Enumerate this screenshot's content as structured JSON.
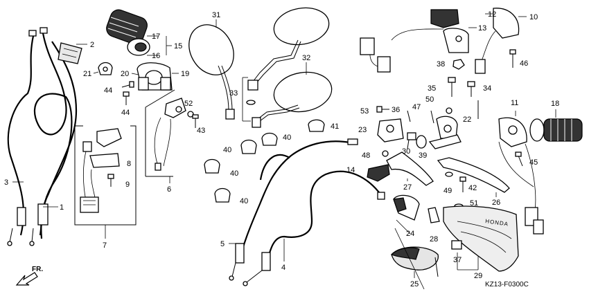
{
  "diagram_code": "KZ13-F0300C",
  "brand_label": "HONDA",
  "direction_label": "FR.",
  "callouts": [
    {
      "id": "1",
      "label": "1"
    },
    {
      "id": "2",
      "label": "2"
    },
    {
      "id": "3",
      "label": "3"
    },
    {
      "id": "4",
      "label": "4"
    },
    {
      "id": "5",
      "label": "5"
    },
    {
      "id": "6",
      "label": "6"
    },
    {
      "id": "7",
      "label": "7"
    },
    {
      "id": "8",
      "label": "8"
    },
    {
      "id": "9",
      "label": "9"
    },
    {
      "id": "10",
      "label": "10"
    },
    {
      "id": "11",
      "label": "11"
    },
    {
      "id": "12",
      "label": "12"
    },
    {
      "id": "13",
      "label": "13"
    },
    {
      "id": "14",
      "label": "14"
    },
    {
      "id": "15",
      "label": "15"
    },
    {
      "id": "16",
      "label": "16"
    },
    {
      "id": "17",
      "label": "17"
    },
    {
      "id": "18",
      "label": "18"
    },
    {
      "id": "19",
      "label": "19"
    },
    {
      "id": "20",
      "label": "20"
    },
    {
      "id": "21",
      "label": "21"
    },
    {
      "id": "22",
      "label": "22"
    },
    {
      "id": "23",
      "label": "23"
    },
    {
      "id": "24",
      "label": "24"
    },
    {
      "id": "25",
      "label": "25"
    },
    {
      "id": "26",
      "label": "26"
    },
    {
      "id": "27",
      "label": "27"
    },
    {
      "id": "28",
      "label": "28"
    },
    {
      "id": "29",
      "label": "29"
    },
    {
      "id": "30",
      "label": "30"
    },
    {
      "id": "31",
      "label": "31"
    },
    {
      "id": "32",
      "label": "32"
    },
    {
      "id": "33",
      "label": "33"
    },
    {
      "id": "34",
      "label": "34"
    },
    {
      "id": "35",
      "label": "35"
    },
    {
      "id": "36",
      "label": "36"
    },
    {
      "id": "37",
      "label": "37"
    },
    {
      "id": "38",
      "label": "38"
    },
    {
      "id": "39",
      "label": "39"
    },
    {
      "id": "40a",
      "label": "40"
    },
    {
      "id": "40b",
      "label": "40"
    },
    {
      "id": "40c",
      "label": "40"
    },
    {
      "id": "40d",
      "label": "40"
    },
    {
      "id": "41",
      "label": "41"
    },
    {
      "id": "42",
      "label": "42"
    },
    {
      "id": "43",
      "label": "43"
    },
    {
      "id": "44a",
      "label": "44"
    },
    {
      "id": "44b",
      "label": "44"
    },
    {
      "id": "45",
      "label": "45"
    },
    {
      "id": "46",
      "label": "46"
    },
    {
      "id": "47",
      "label": "47"
    },
    {
      "id": "48",
      "label": "48"
    },
    {
      "id": "49",
      "label": "49"
    },
    {
      "id": "50",
      "label": "50"
    },
    {
      "id": "51",
      "label": "51"
    },
    {
      "id": "52",
      "label": "52"
    },
    {
      "id": "53",
      "label": "53"
    }
  ]
}
